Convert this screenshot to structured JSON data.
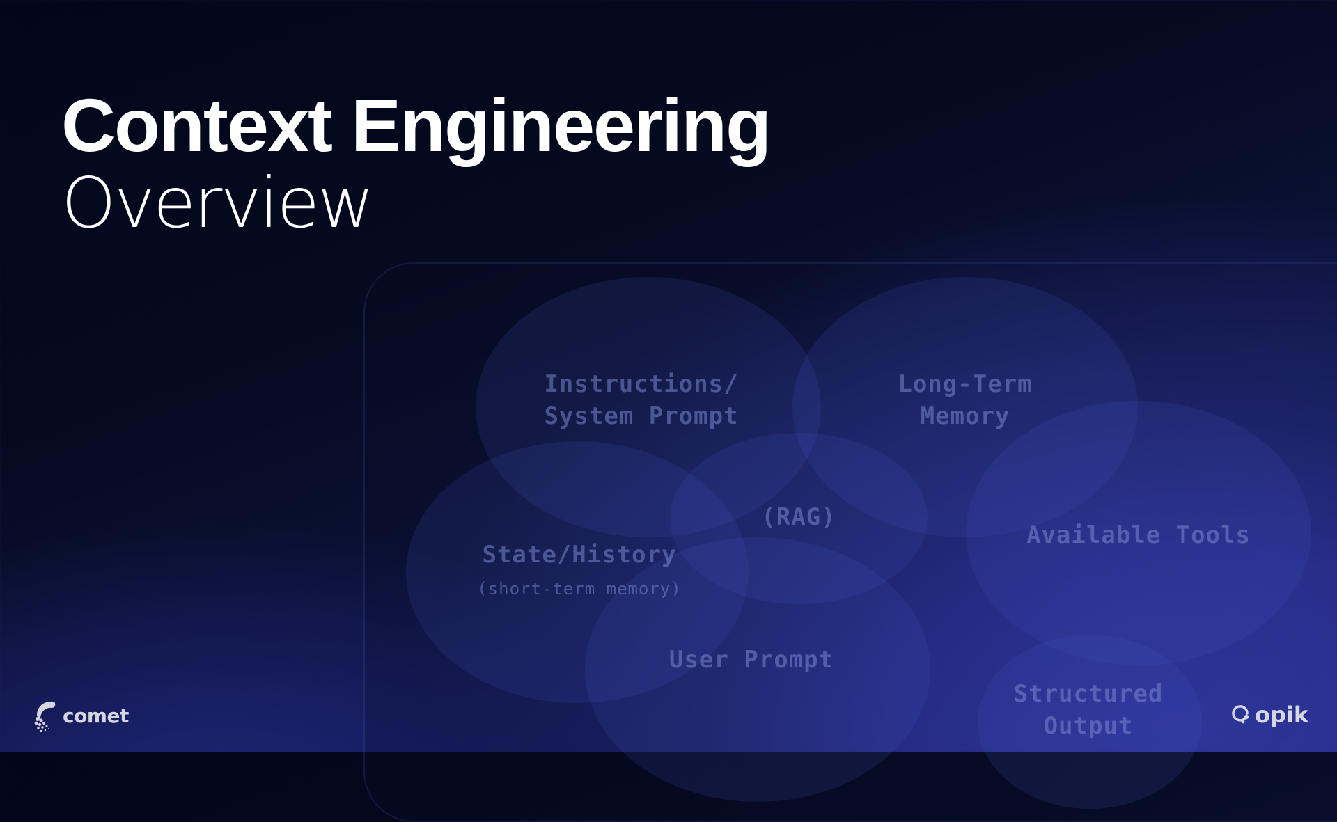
{
  "slide": {
    "title": "Context Engineering",
    "subtitle": "Overview"
  },
  "colors": {
    "background_top": "#03061a",
    "background_bottom": "#2c3296",
    "title_text": "#ffffff",
    "label_text": "#7887cd",
    "logo_text": "#d4d6e2"
  },
  "diagram": {
    "type": "venn",
    "components": [
      {
        "id": "instructions",
        "label_line1": "Instructions/",
        "label_line2": "System Prompt"
      },
      {
        "id": "long_term_memory",
        "label_line1": "Long-Term",
        "label_line2": "Memory"
      },
      {
        "id": "rag",
        "label_line1": "(RAG)"
      },
      {
        "id": "state_history",
        "label_line1": "State/History",
        "sublabel": "(short-term memory)"
      },
      {
        "id": "available_tools",
        "label_line1": "Available Tools"
      },
      {
        "id": "user_prompt",
        "label_line1": "User Prompt"
      },
      {
        "id": "structured_output",
        "label_line1": "Structured",
        "label_line2": "Output"
      }
    ]
  },
  "footer": {
    "left_logo": {
      "icon": "comet-icon",
      "text": "comet"
    },
    "right_logo": {
      "icon": "opik-icon",
      "text": "opik"
    }
  }
}
